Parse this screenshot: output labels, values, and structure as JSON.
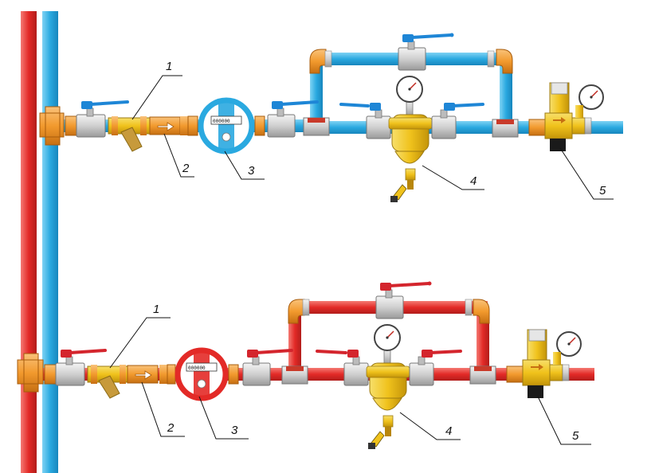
{
  "colors": {
    "cold_pipe": "#2aa9e0",
    "hot_pipe": "#e32a27",
    "fitting_orange": "#f29a2e",
    "brass": "#f0c21c",
    "valve_body": "#d8d8d8",
    "cold_handle": "#1e86d6",
    "hot_handle": "#d4252d"
  },
  "callouts": {
    "cold": [
      "1",
      "2",
      "3",
      "4",
      "5"
    ],
    "hot": [
      "1",
      "2",
      "3",
      "4",
      "5"
    ]
  },
  "meter_digits": "000000"
}
